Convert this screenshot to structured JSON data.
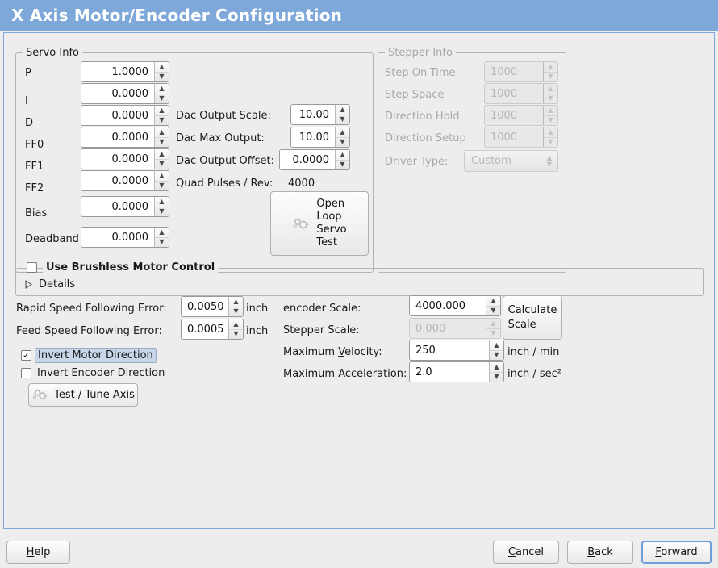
{
  "window": {
    "title": "X Axis Motor/Encoder Configuration"
  },
  "servo_info": {
    "legend": "Servo Info",
    "fields": [
      {
        "label": "P",
        "value": "1.0000"
      },
      {
        "label": "I",
        "value": "0.0000"
      },
      {
        "label": "D",
        "value": "0.0000"
      },
      {
        "label": "FF0",
        "value": "0.0000"
      },
      {
        "label": "FF1",
        "value": "0.0000"
      },
      {
        "label": "FF2",
        "value": "0.0000"
      },
      {
        "label": "Bias",
        "value": "0.0000"
      },
      {
        "label": "Deadband",
        "value": "0.0000"
      }
    ],
    "dac": [
      {
        "label": "Dac Output Scale:",
        "value": "10.00"
      },
      {
        "label": "Dac Max Output:",
        "value": "10.00"
      },
      {
        "label": "Dac Output Offset:",
        "value": "0.0000"
      }
    ],
    "quad_pulses_label": "Quad Pulses / Rev:",
    "quad_pulses_value": "4000",
    "open_loop_button": "Open\nLoop\nServo\nTest",
    "open_loop_lines": [
      "Open",
      "Loop",
      "Servo",
      "Test"
    ],
    "open_loop_icon": "gears-icon"
  },
  "stepper_info": {
    "legend": "Stepper Info",
    "enabled": false,
    "fields": [
      {
        "label": "Step On-Time",
        "value": "1000"
      },
      {
        "label": "Step Space",
        "value": "1000"
      },
      {
        "label": "Direction Hold",
        "value": "1000"
      },
      {
        "label": "Direction Setup",
        "value": "1000"
      }
    ],
    "driver_type_label": "Driver Type:",
    "driver_type_value": "Custom"
  },
  "brushless": {
    "checkbox_label": "Use Brushless Motor Control",
    "checked": false,
    "details_label": "Details",
    "details_expanded": false,
    "details_icon": "triangle-right-icon"
  },
  "tuning": {
    "rapid_label": "Rapid Speed Following Error:",
    "rapid_value": "0.0050",
    "rapid_unit": "inch",
    "feed_label": "Feed Speed Following Error:",
    "feed_value": "0.0005",
    "feed_unit": "inch",
    "invert_motor_label": "Invert Motor Direction",
    "invert_motor_checked": true,
    "invert_encoder_label": "Invert Encoder Direction",
    "invert_encoder_checked": false,
    "test_tune_button": "Test / Tune Axis",
    "test_tune_icon": "gears-icon"
  },
  "scales": {
    "encoder_scale_label": "encoder Scale:",
    "encoder_scale_value": "4000.000",
    "stepper_scale_label": "Stepper Scale:",
    "stepper_scale_value": "0.000",
    "stepper_scale_enabled": false,
    "calculate_button_lines": [
      "Calculate",
      "Scale"
    ],
    "max_velocity_label_pre": "Maximum ",
    "max_velocity_label_mn": "V",
    "max_velocity_label_post": "elocity:",
    "max_velocity_value": "250",
    "max_velocity_unit": "inch / min",
    "max_accel_label_pre": "Maximum ",
    "max_accel_label_mn": "A",
    "max_accel_label_post": "cceleration:",
    "max_accel_value": "2.0",
    "max_accel_unit": "inch / sec²"
  },
  "footer": {
    "help_mn": "H",
    "help_rest": "elp",
    "cancel_mn": "C",
    "cancel_rest": "ancel",
    "back_mn": "B",
    "back_rest": "ack",
    "forward_mn": "F",
    "forward_rest": "orward"
  },
  "colors": {
    "titlebar": "#7ea8da",
    "background": "#ededed",
    "focus": "#6f9fd8",
    "highlight": "#c9d6ea"
  }
}
